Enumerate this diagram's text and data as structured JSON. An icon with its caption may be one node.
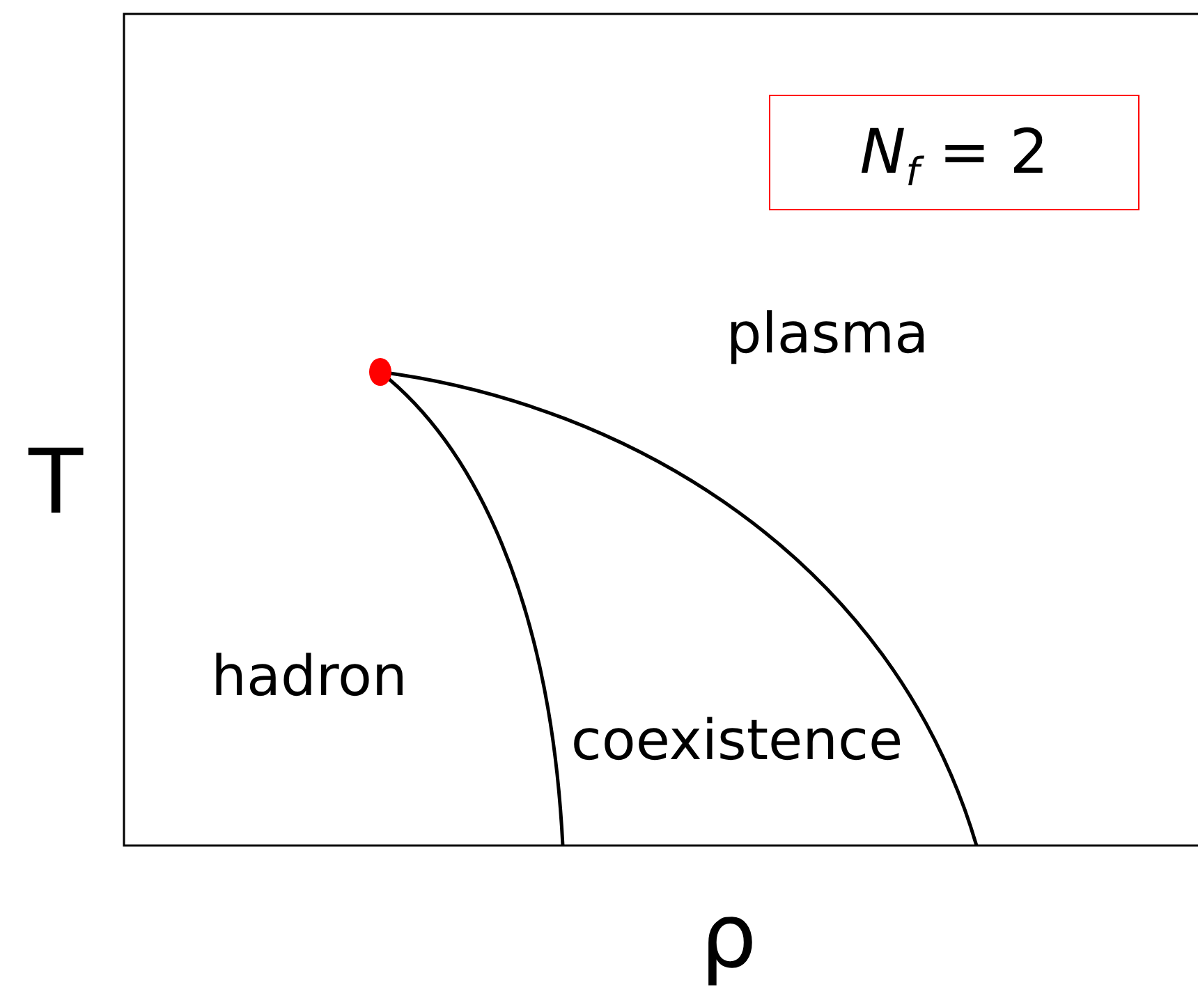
{
  "diagram": {
    "nodes": [
      {
        "text": [
          "*N*$_{f}$ = 2"
        ]
      }
    ],
    "labels": [
      "plasma",
      "T",
      "hadron",
      "coexistence",
      "ρ"
    ]
  }
}
